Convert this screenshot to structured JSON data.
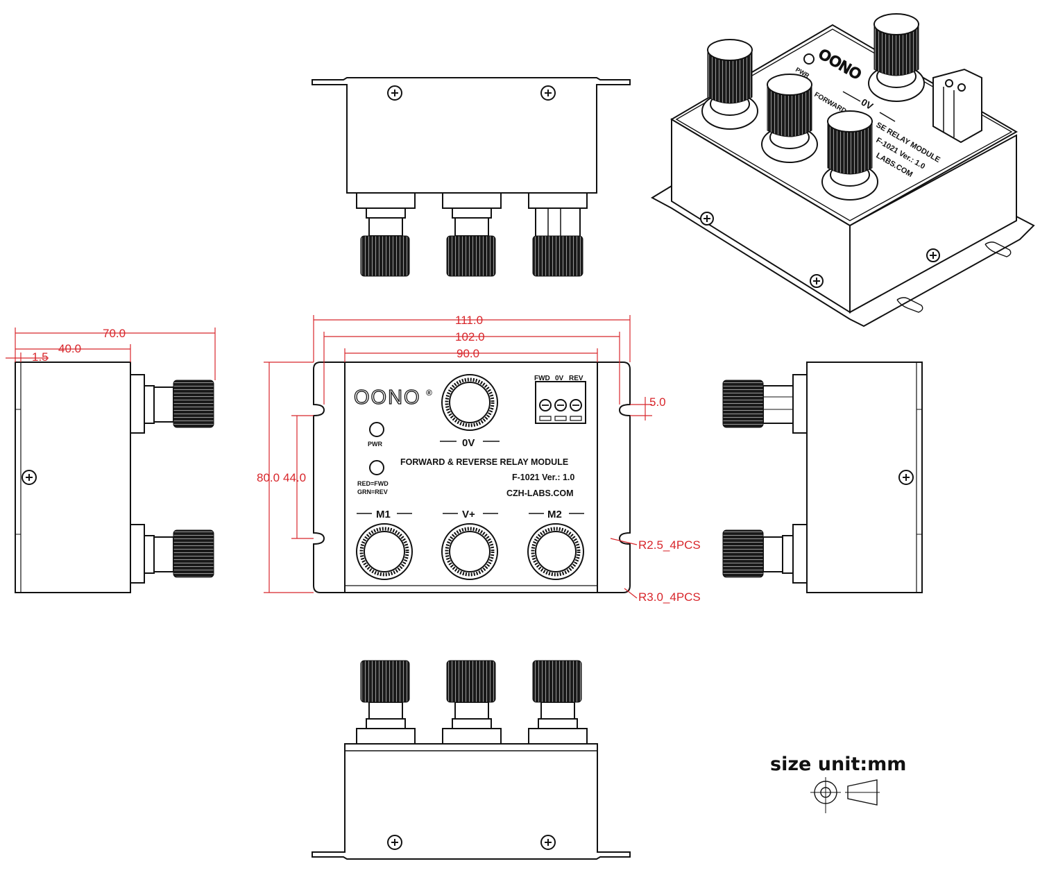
{
  "brand": {
    "logo": "OONO",
    "registered": "®"
  },
  "front_panel": {
    "terminal_labels": {
      "fwd": "FWD",
      "zero_v": "0V",
      "rev": "REV"
    },
    "zero_v_label": "0V",
    "pwr_label": "PWR",
    "led_legend": {
      "line1": "RED=FWD",
      "line2": "GRN=REV"
    },
    "title": "FORWARD & REVERSE RELAY MODULE",
    "model": "F-1021 Ver.: 1.0",
    "website": "CZH-LABS.COM",
    "post_labels": {
      "m1": "M1",
      "vplus": "V+",
      "m2": "M2"
    }
  },
  "dimensions": {
    "overall_width": "111.0",
    "hole_spacing": "102.0",
    "body_width": "90.0",
    "height": "80.0",
    "slot_spacing": "44.0",
    "slot_offset": "5.0",
    "slot_radius": "R2.5_4PCS",
    "corner_radius": "R3.0_4PCS",
    "side_depth": "70.0",
    "side_body": "40.0",
    "flange": "1.5"
  },
  "iso_view": {
    "logo": "OONO",
    "pwr_label": "PWR",
    "zero_v_label": "0V",
    "forward_text": "FORWARD",
    "title_fragment": "SE RELAY MODULE",
    "model_fragment": "F-1021 Ver.: 1.0",
    "site_fragment": "LABS.COM"
  },
  "units_note": "size unit:mm",
  "colors": {
    "dimension": "#d8262b",
    "line": "#111111"
  }
}
